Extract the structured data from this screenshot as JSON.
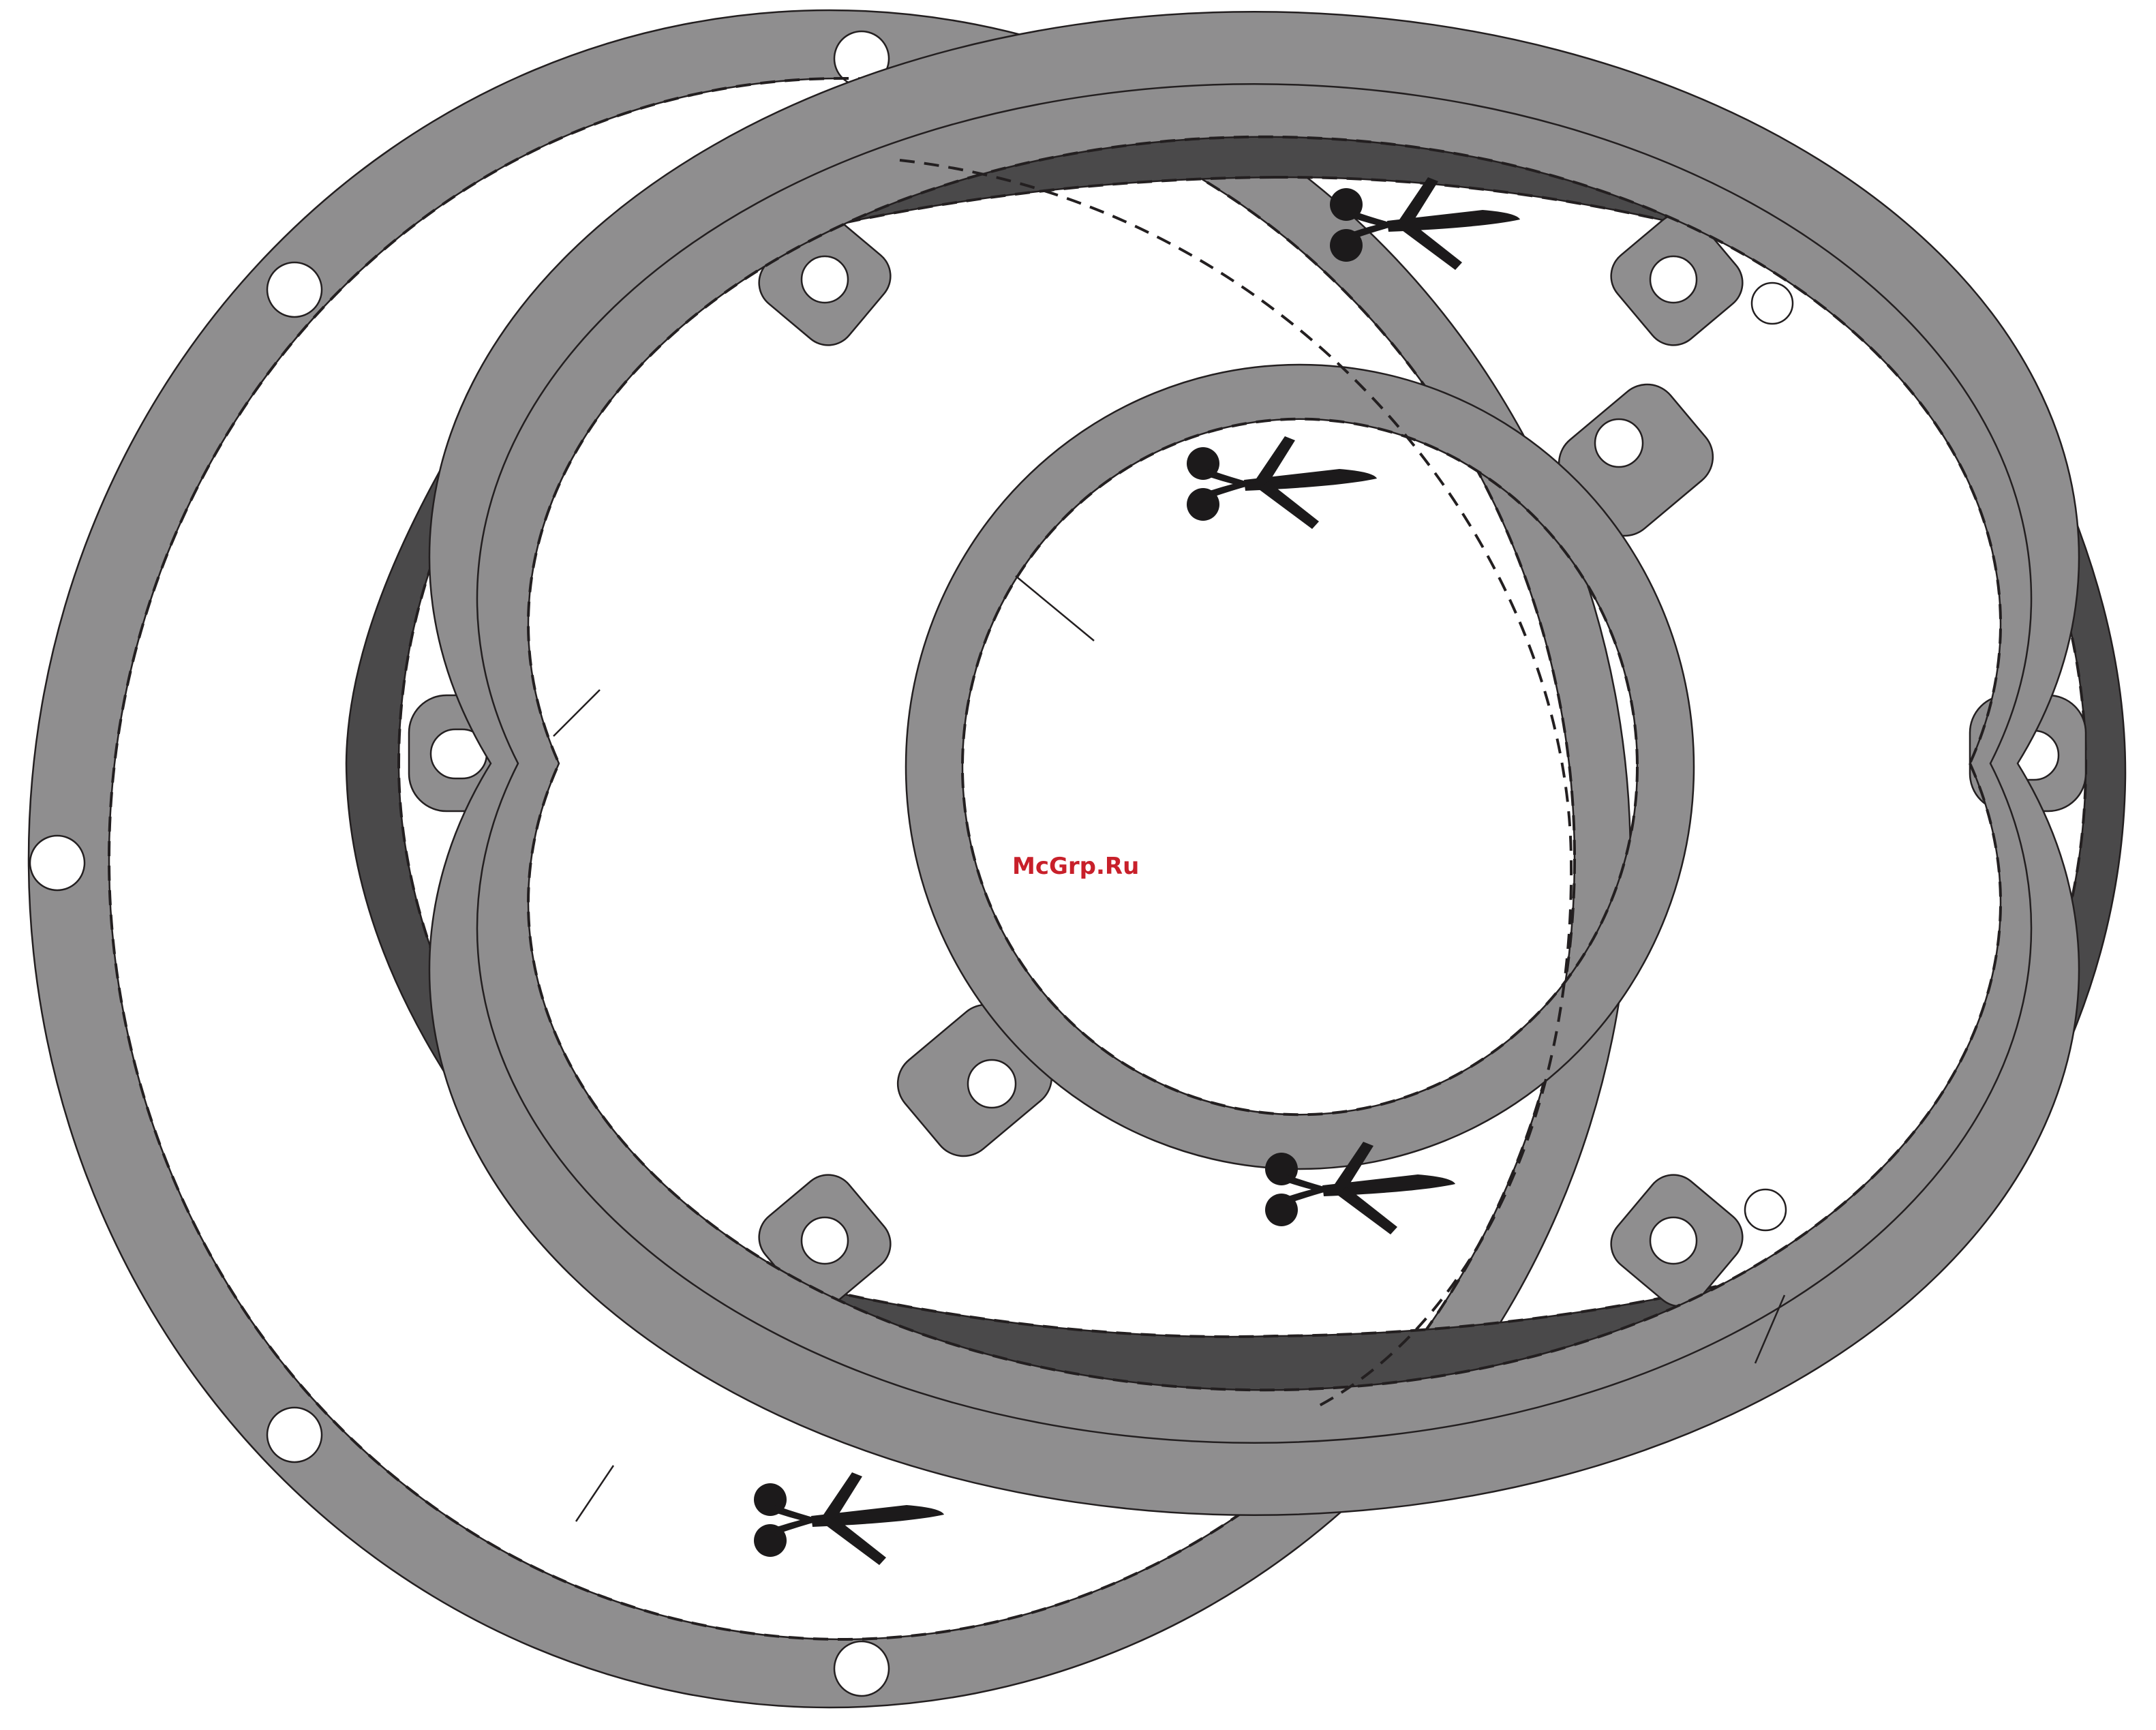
{
  "watermark": {
    "text": "McGrp.Ru",
    "color": "#c8202a"
  },
  "colors": {
    "background": "#ffffff",
    "gasket_light": "#8f8e8f",
    "gasket_dark": "#4a494a",
    "outline": "#231f20",
    "cut_line": "#231f20",
    "scissors": "#1c1a1b"
  },
  "parts": [
    {
      "name": "large-round-gasket",
      "bolt_holes": 8,
      "cut_marks": 1
    },
    {
      "name": "oval-dark-gasket",
      "bolt_holes": 6,
      "cut_marks": 1
    },
    {
      "name": "oval-adapter-ring",
      "mounting_slots": 6
    },
    {
      "name": "small-round-adapter-ring",
      "mounting_slots": 3,
      "cut_marks": 2
    }
  ],
  "icons": [
    "scissors-icon"
  ]
}
